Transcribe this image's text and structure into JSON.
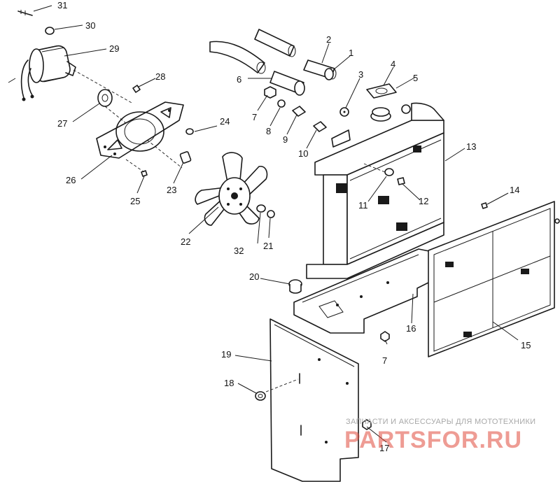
{
  "callouts": [
    {
      "id": "c31",
      "text": "31"
    },
    {
      "id": "c30",
      "text": "30"
    },
    {
      "id": "c29",
      "text": "29"
    },
    {
      "id": "c28",
      "text": "28"
    },
    {
      "id": "c27",
      "text": "27"
    },
    {
      "id": "c26",
      "text": "26"
    },
    {
      "id": "c25",
      "text": "25"
    },
    {
      "id": "c24",
      "text": "24"
    },
    {
      "id": "c23",
      "text": "23"
    },
    {
      "id": "c22",
      "text": "22"
    },
    {
      "id": "c32",
      "text": "32"
    },
    {
      "id": "c21",
      "text": "21"
    },
    {
      "id": "c20",
      "text": "20"
    },
    {
      "id": "c19",
      "text": "19"
    },
    {
      "id": "c18",
      "text": "18"
    },
    {
      "id": "c17",
      "text": "17"
    },
    {
      "id": "c16",
      "text": "16"
    },
    {
      "id": "c15",
      "text": "15"
    },
    {
      "id": "c14",
      "text": "14"
    },
    {
      "id": "c13",
      "text": "13"
    },
    {
      "id": "c12",
      "text": "12"
    },
    {
      "id": "c11",
      "text": "11"
    },
    {
      "id": "c10",
      "text": "10"
    },
    {
      "id": "c9",
      "text": "9"
    },
    {
      "id": "c8",
      "text": "8"
    },
    {
      "id": "c7a",
      "text": "7"
    },
    {
      "id": "c7b",
      "text": "7"
    },
    {
      "id": "c6",
      "text": "6"
    },
    {
      "id": "c5",
      "text": "5"
    },
    {
      "id": "c4",
      "text": "4"
    },
    {
      "id": "c3",
      "text": "3"
    },
    {
      "id": "c2",
      "text": "2"
    },
    {
      "id": "c1",
      "text": "1"
    }
  ],
  "watermark": {
    "tagline": "ЗАПЧАСТИ И АКСЕССУАРЫ ДЛЯ МОТОТЕХНИКИ",
    "brand": "PARTSFOR.RU",
    "brand_color": "#e04a3c"
  }
}
